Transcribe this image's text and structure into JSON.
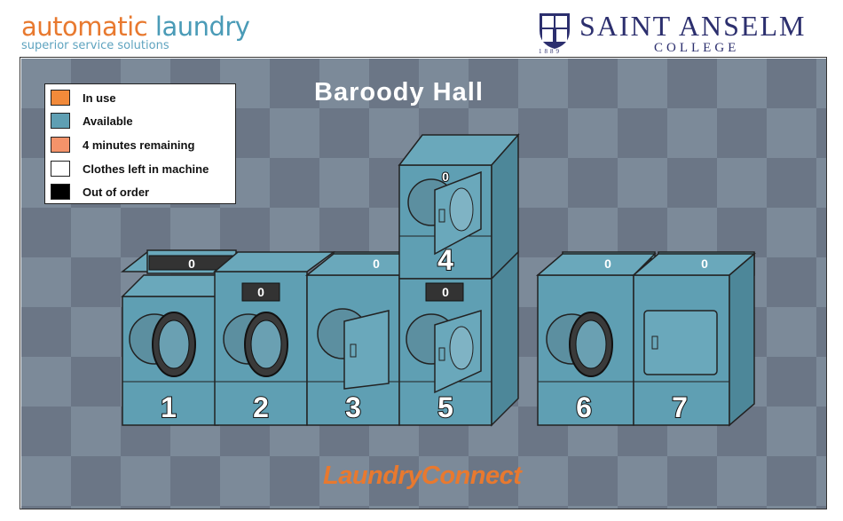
{
  "brand": {
    "logo_part1": "auto",
    "logo_part2": "matic ",
    "logo_part3": "laundry",
    "tagline": "superior service solutions"
  },
  "college": {
    "name": "SAINT ANSELM",
    "subname": "COLLEGE",
    "year": "1889"
  },
  "hall": {
    "title": "Baroody Hall"
  },
  "legend": [
    {
      "label": "In use",
      "color": "#f28a3a"
    },
    {
      "label": "Available",
      "color": "#5f9fb3"
    },
    {
      "label": "4 minutes remaining",
      "color": "#f4936a"
    },
    {
      "label": "Clothes left in machine",
      "color": "#ffffff"
    },
    {
      "label": "Out of order",
      "color": "#000000"
    }
  ],
  "machines": [
    {
      "number": "1",
      "type": "washer",
      "status": "Available",
      "display": "0"
    },
    {
      "number": "2",
      "type": "washer",
      "status": "Available",
      "display": "0"
    },
    {
      "number": "3",
      "type": "dryer",
      "status": "Available",
      "display": "0"
    },
    {
      "number": "4",
      "type": "dryer",
      "status": "Available",
      "display": "0"
    },
    {
      "number": "5",
      "type": "dryer",
      "status": "Available",
      "display": "0"
    },
    {
      "number": "6",
      "type": "washer",
      "status": "Available",
      "display": "0"
    },
    {
      "number": "7",
      "type": "dryer",
      "status": "Available",
      "display": "0"
    }
  ],
  "footer": {
    "brand": "LaundryConnect"
  },
  "colors": {
    "machine_available": "#5f9fb3",
    "machine_top": "#6aa8bb",
    "machine_side": "#4d8799",
    "display_bg": "#333333"
  }
}
